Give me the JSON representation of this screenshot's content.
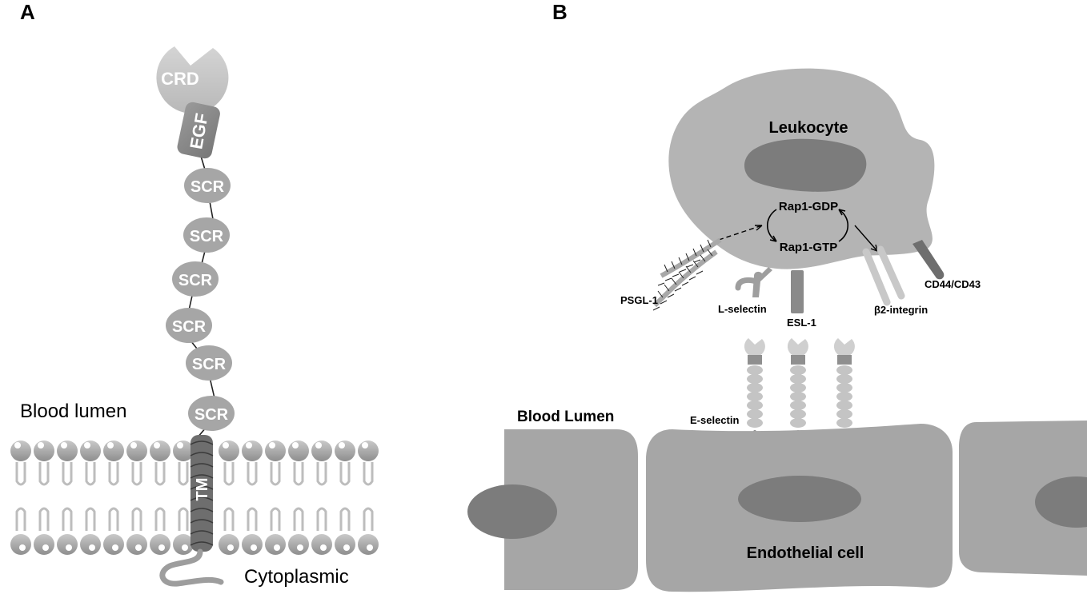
{
  "panels": {
    "a": {
      "letter": "A",
      "domains": {
        "crd": "CRD",
        "egf": "EGF",
        "scr": [
          "SCR",
          "SCR",
          "SCR",
          "SCR",
          "SCR",
          "SCR"
        ],
        "tm": "TM"
      },
      "labels": {
        "blood_lumen": "Blood lumen",
        "cytoplasmic": "Cytoplasmic"
      }
    },
    "b": {
      "letter": "B",
      "labels": {
        "leukocyte": "Leukocyte",
        "rap1_gdp": "Rap1-GDP",
        "rap1_gtp": "Rap1-GTP",
        "psgl1": "PSGL-1",
        "l_selectin": "L-selectin",
        "esl1": "ESL-1",
        "b2_integrin": "β2-integrin",
        "cd44_cd43": "CD44/CD43",
        "e_selectin": "E-selectin",
        "blood_lumen": "Blood Lumen",
        "endothelial_cell": "Endothelial cell"
      }
    }
  },
  "colors": {
    "domain_gray": "#a6a6a6",
    "crd_light": "#c8c8c8",
    "egf_dark": "#8a8a8a",
    "tm_dark": "#707070",
    "cell_body": "#b4b4b4",
    "nucleus": "#7c7c7c",
    "cd44_dark": "#6e6e6e",
    "text_white": "#ffffff",
    "text_black": "#000000"
  }
}
